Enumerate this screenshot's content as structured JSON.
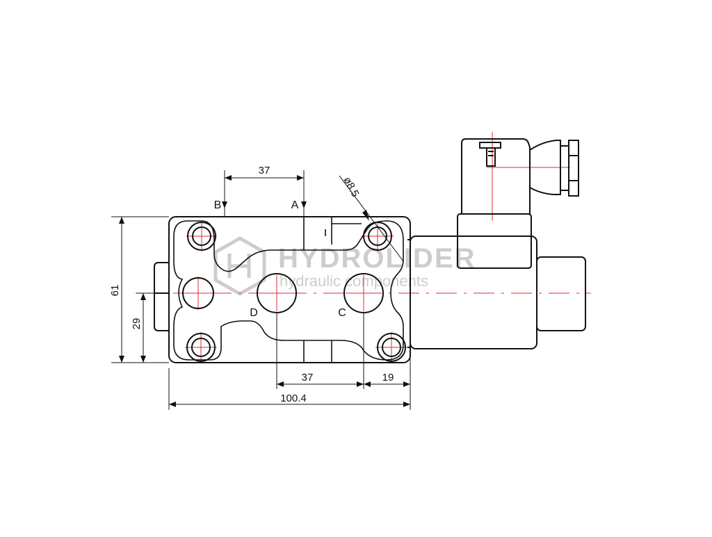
{
  "drawing": {
    "dimensions": {
      "top_spacing": "37",
      "bottom_spacing": "37",
      "right_offset": "19",
      "overall_length": "100.4",
      "height": "61",
      "center_height": "29",
      "hole_diameter": "ø8.5"
    },
    "ports": {
      "a": "A",
      "b": "B",
      "c": "C",
      "d": "D"
    },
    "watermark": {
      "brand": "HYDROLIDER",
      "tagline": "hydraulic components"
    },
    "colors": {
      "outline": "#111111",
      "centerline": "#e0282e",
      "watermark": "#c8c8c8"
    }
  }
}
